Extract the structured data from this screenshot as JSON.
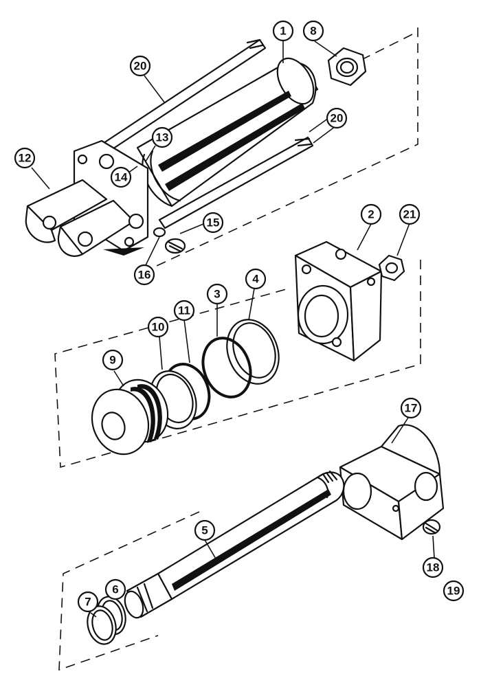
{
  "callouts": [
    {
      "id": "c1",
      "label": "1"
    },
    {
      "id": "c2",
      "label": "2"
    },
    {
      "id": "c3",
      "label": "3"
    },
    {
      "id": "c4",
      "label": "4"
    },
    {
      "id": "c5",
      "label": "5"
    },
    {
      "id": "c6",
      "label": "6"
    },
    {
      "id": "c7",
      "label": "7"
    },
    {
      "id": "c8",
      "label": "8"
    },
    {
      "id": "c9",
      "label": "9"
    },
    {
      "id": "c10",
      "label": "10"
    },
    {
      "id": "c11",
      "label": "11"
    },
    {
      "id": "c12",
      "label": "12"
    },
    {
      "id": "c13",
      "label": "13"
    },
    {
      "id": "c14",
      "label": "14"
    },
    {
      "id": "c15",
      "label": "15"
    },
    {
      "id": "c16",
      "label": "16"
    },
    {
      "id": "c17",
      "label": "17"
    },
    {
      "id": "c18",
      "label": "18"
    },
    {
      "id": "c19",
      "label": "19"
    },
    {
      "id": "c20a",
      "label": "20"
    },
    {
      "id": "c20b",
      "label": "20"
    },
    {
      "id": "c21",
      "label": "21"
    }
  ]
}
